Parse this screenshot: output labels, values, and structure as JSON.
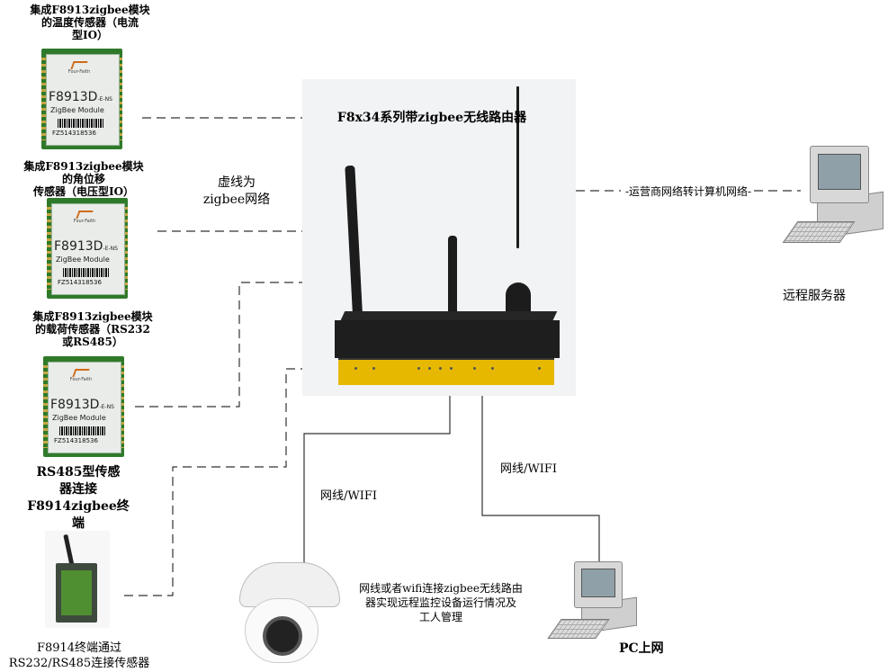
{
  "router": {
    "title": "F8x34系列带zigbee无线路由器"
  },
  "zigbee_note": {
    "line1": "虚线为",
    "line2": "zigbee网络"
  },
  "modules": [
    {
      "caption_lines": [
        "集成F8913zigbee模块",
        "的温度传感器（电流",
        "型IO）"
      ],
      "model": "F8913D",
      "model_suffix": "-E-NS",
      "sub": "ZigBee Module",
      "serial": "FZ514318536",
      "brand": "Four-Faith"
    },
    {
      "caption_lines": [
        "集成F8913zigbee模块",
        "的角位移",
        "传感器（电压型IO）"
      ],
      "model": "F8913D",
      "model_suffix": "-E-NS",
      "sub": "ZigBee Module",
      "serial": "FZ514318536",
      "brand": "Four-Faith"
    },
    {
      "caption_lines": [
        "集成F8913zigbee模块",
        "的载荷传感器（RS232",
        "或RS485）"
      ],
      "model": "F8913D",
      "model_suffix": "-E-NS",
      "sub": "ZigBee Module",
      "serial": "FZ514318536",
      "brand": "Four-Faith"
    }
  ],
  "rs485_caption": [
    "RS485型传感",
    "器连接",
    "F8914zigbee终",
    "端"
  ],
  "terminal_caption": [
    "F8914终端通过",
    "RS232/RS485连接传感器"
  ],
  "server": {
    "link_label": "-运营商网络转计算机网络-",
    "caption": "远程服务器"
  },
  "camera_link_label": "网线/WIFI",
  "pc_link_label": "网线/WIFI",
  "center_note": [
    "网线或者wifi连接zigbee无线路由",
    "器实现远程监控设备运行情况及",
    "工人管理"
  ],
  "pc_caption": "PC上网"
}
